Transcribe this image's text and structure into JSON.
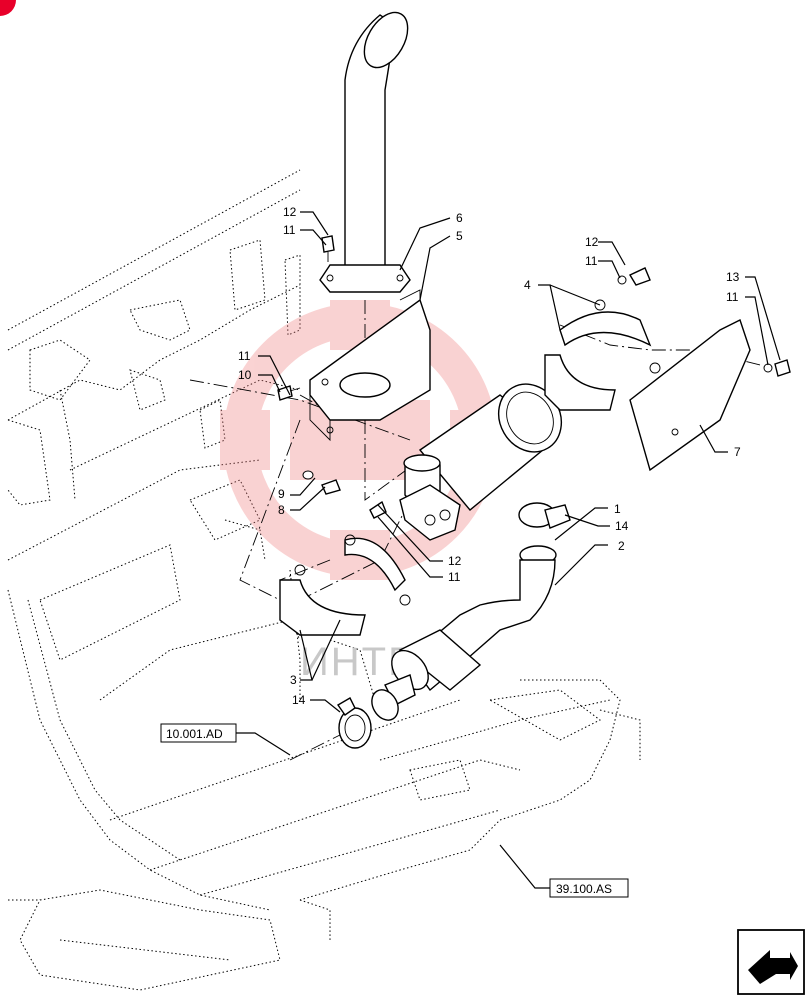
{
  "diagram": {
    "callouts": {
      "c1": "1",
      "c2": "2",
      "c3": "3",
      "c4": "4",
      "c5": "5",
      "c6": "6",
      "c7": "7",
      "c8": "8",
      "c9": "9",
      "c10": "10",
      "c11a": "11",
      "c11b": "11",
      "c11c": "11",
      "c11d": "11",
      "c11e": "11",
      "c12a": "12",
      "c12b": "12",
      "c12c": "12",
      "c13": "13",
      "c14a": "14",
      "c14b": "14"
    },
    "references": {
      "ref_top": "10.001.AD",
      "ref_bottom": "39.100.AS"
    },
    "watermark": "ИНТЕХ",
    "colors": {
      "line": "#000000",
      "watermark": "#f08080",
      "corner_badge": "#e8002a"
    }
  }
}
